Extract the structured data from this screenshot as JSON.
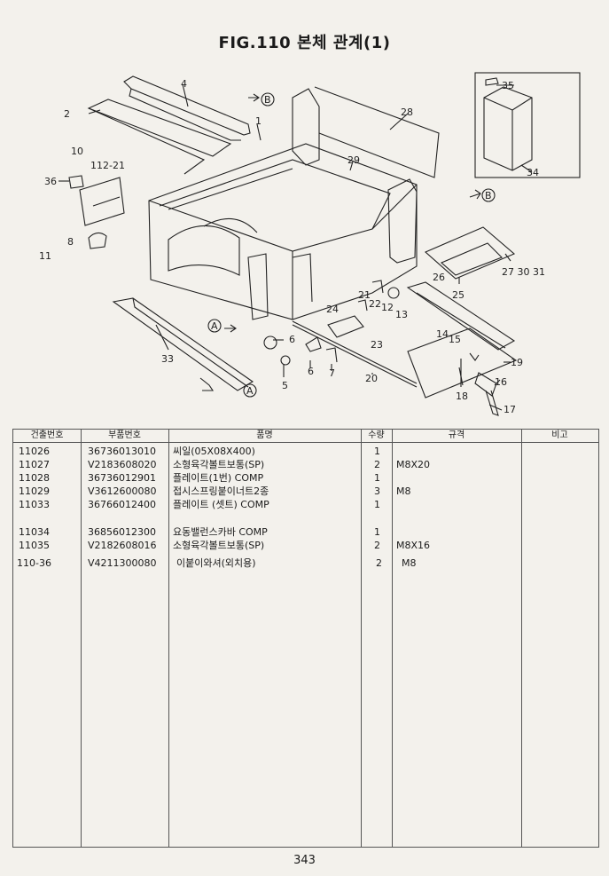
{
  "title": "FIG.110 본체 관계(1)",
  "diagram_labels": {
    "l1": "1",
    "l2": "2",
    "l4": "4",
    "l5": "5",
    "l6a": "6",
    "l6b": "6",
    "l7": "7",
    "l8": "8",
    "l10": "10",
    "l11": "11",
    "l12": "12",
    "l13": "13",
    "l14": "14",
    "l15": "15",
    "l16": "16",
    "l17": "17",
    "l18": "18",
    "l19": "19",
    "l20": "20",
    "l21": "21",
    "l22": "22",
    "l23": "23",
    "l24": "24",
    "l25": "25",
    "l26": "26",
    "l27": "27 30 31",
    "l28": "28",
    "l29": "29",
    "l33": "33",
    "l34": "34",
    "l35": "35",
    "l36": "36",
    "l112": "112-21",
    "refB": "B",
    "refA": "A"
  },
  "table": {
    "headers": [
      "건출번호",
      "부품번호",
      "품명",
      "수량",
      "규격",
      "비고"
    ],
    "rows": [
      {
        "code": "11026",
        "part": "36736013010",
        "name": "씨일(05X08X400)",
        "qty": "1",
        "spec": ""
      },
      {
        "code": "11027",
        "part": "V2183608020",
        "name": "소형육각볼트보통(SP)",
        "qty": "2",
        "spec": "M8X20"
      },
      {
        "code": "11028",
        "part": "36736012901",
        "name": "플레이트(1번) COMP",
        "qty": "1",
        "spec": ""
      },
      {
        "code": "11029",
        "part": "V3612600080",
        "name": "접시스프링붙이너트2종",
        "qty": "3",
        "spec": "M8"
      },
      {
        "code": "11033",
        "part": "36766012400",
        "name": "플레이트 (셋트) COMP",
        "qty": "1",
        "spec": ""
      },
      {
        "code": "11034",
        "part": "36856012300",
        "name": "요동밸런스카바 COMP",
        "qty": "1",
        "spec": ""
      },
      {
        "code": "11035",
        "part": "V2182608016",
        "name": "소형육각볼트보통(SP)",
        "qty": "2",
        "spec": "M8X16"
      },
      {
        "code": "110-36",
        "part": "V4211300080",
        "name": "이붙이와셔(외치용)",
        "qty": "2",
        "spec": "M8"
      }
    ]
  },
  "page_number": "343"
}
